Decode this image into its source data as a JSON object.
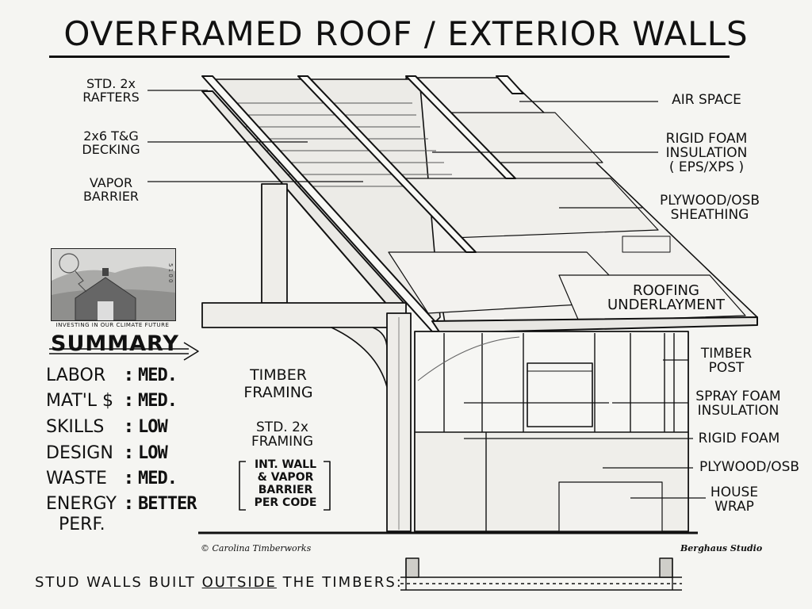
{
  "title": "OVERFRAMED ROOF / EXTERIOR WALLS",
  "labels_left": {
    "rafters": [
      "STD. 2x",
      "RAFTERS"
    ],
    "decking": [
      "2x6 T&G",
      "DECKING"
    ],
    "vapor": [
      "VAPOR",
      "BARRIER"
    ]
  },
  "labels_right": {
    "air_space": "AIR SPACE",
    "rigid_foam_roof": [
      "RIGID FOAM",
      "INSULATION",
      "( EPS/XPS )"
    ],
    "sheathing": [
      "PLYWOOD/OSB",
      "SHEATHING"
    ],
    "underlayment": [
      "ROOFING",
      "UNDERLAYMENT"
    ],
    "timber_post": [
      "TIMBER",
      "POST"
    ],
    "spray_foam": [
      "SPRAY FOAM",
      "INSULATION"
    ],
    "rigid_foam_wall": "RIGID FOAM",
    "plywood_wall": "PLYWOOD/OSB",
    "house_wrap": [
      "HOUSE",
      "WRAP"
    ]
  },
  "center_labels": {
    "timber_framing": [
      "TIMBER",
      "FRAMING"
    ],
    "std_framing": [
      "STD. 2x",
      "FRAMING"
    ],
    "int_wall": [
      "INT. WALL",
      "& VAPOR",
      "BARRIER",
      "PER CODE"
    ]
  },
  "logo": {
    "caption": "INVESTING IN OUR CLIMATE FUTURE",
    "side_text": "5 1 0 0"
  },
  "summary": {
    "heading": "SUMMARY",
    "rows": [
      {
        "key": "LABOR",
        "value": "MED."
      },
      {
        "key": "MAT'L $",
        "value": "MED."
      },
      {
        "key": "SKILLS",
        "value": "LOW"
      },
      {
        "key": "DESIGN",
        "value": "LOW"
      },
      {
        "key": "WASTE",
        "value": "MED."
      },
      {
        "key": "ENERGY",
        "value": "BETTER"
      }
    ],
    "energy_sub": "PERF."
  },
  "credits": {
    "left": "© Carolina Timberworks",
    "right": "Berghaus Studio"
  },
  "caption": {
    "before": "STUD WALLS BUILT ",
    "emph": "OUTSIDE",
    "after": " THE TIMBERS:"
  }
}
